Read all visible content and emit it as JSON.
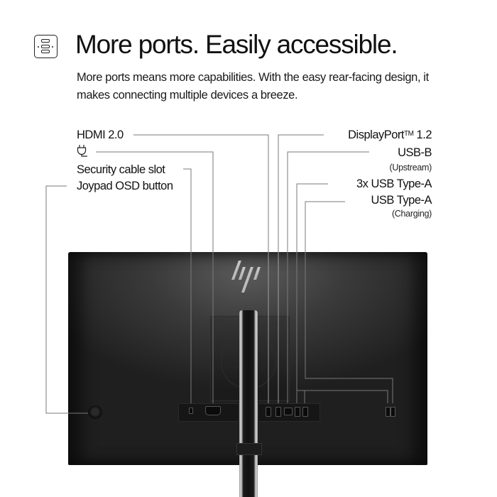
{
  "header": {
    "icon": "ports-stack-icon",
    "title": "More ports. Easily accessible.",
    "subtitle": "More ports means more capabilities. With the easy rear-facing design, it makes connecting multiple devices a breeze."
  },
  "callouts_left": [
    {
      "label": "HDMI 2.0"
    },
    {
      "label": "",
      "icon": "power-plug-icon"
    },
    {
      "label": "Security cable slot"
    },
    {
      "label": "Joypad OSD button"
    }
  ],
  "callouts_right": [
    {
      "label": "DisplayPort",
      "trademark": "TM",
      "suffix": " 1.2"
    },
    {
      "label": "USB-B",
      "note": "(Upstream)"
    },
    {
      "label": "3x USB Type-A"
    },
    {
      "label": "USB Type-A",
      "note": "(Charging)"
    }
  ],
  "product": {
    "brand_logo": "hp",
    "view": "rear",
    "colors": {
      "body": "#2b2b2b",
      "lines": "#8a8a8a",
      "stand_highlight": "#d8d8d8"
    }
  }
}
